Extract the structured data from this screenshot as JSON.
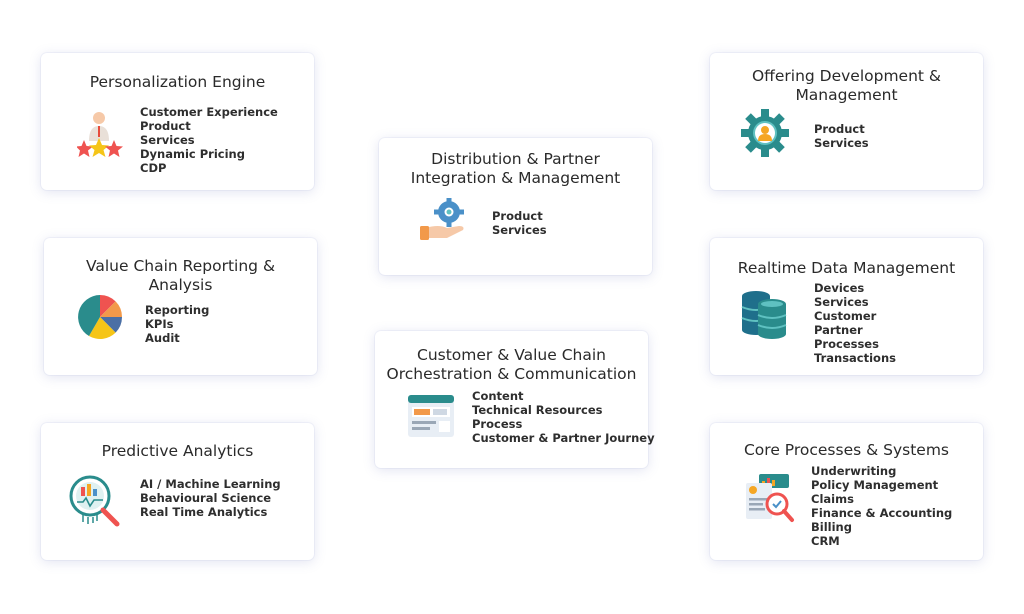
{
  "cards": {
    "personalization": {
      "title": "Personalization Engine",
      "items": [
        "Customer Experience",
        "Product",
        "Services",
        "Dynamic Pricing",
        "CDP"
      ],
      "icon": "user-stars-icon"
    },
    "value_chain_reporting": {
      "title": "Value Chain Reporting &\nAnalysis",
      "items": [
        "Reporting",
        "KPIs",
        "Audit"
      ],
      "icon": "pie-chart-icon"
    },
    "predictive": {
      "title": "Predictive Analytics",
      "items": [
        "AI / Machine Learning",
        "Behavioural Science",
        "Real Time Analytics"
      ],
      "icon": "magnifier-chart-icon"
    },
    "distribution": {
      "title": "Distribution & Partner\nIntegration & Management",
      "items": [
        "Product",
        "Services"
      ],
      "icon": "hand-gear-icon"
    },
    "orchestration": {
      "title": "Customer & Value Chain\nOrchestration & Communication",
      "items": [
        "Content",
        "Technical Resources",
        "Process",
        "Customer & Partner Journey"
      ],
      "icon": "browser-window-icon"
    },
    "offering": {
      "title": "Offering Development &\nManagement",
      "items": [
        "Product",
        "Services"
      ],
      "icon": "gear-person-icon"
    },
    "realtime": {
      "title": "Realtime Data Management",
      "items": [
        "Devices",
        "Services",
        "Customer",
        "Partner",
        "Processes",
        "Transactions"
      ],
      "icon": "database-icon"
    },
    "core": {
      "title": "Core Processes & Systems",
      "items": [
        "Underwriting",
        "Policy Management",
        "Claims",
        "Finance & Accounting",
        "Billing",
        "CRM"
      ],
      "icon": "report-magnifier-icon"
    }
  },
  "colors": {
    "teal": "#2a8c8c",
    "orange": "#f5a623",
    "red": "#ef5350",
    "blue": "#4a90c8"
  }
}
